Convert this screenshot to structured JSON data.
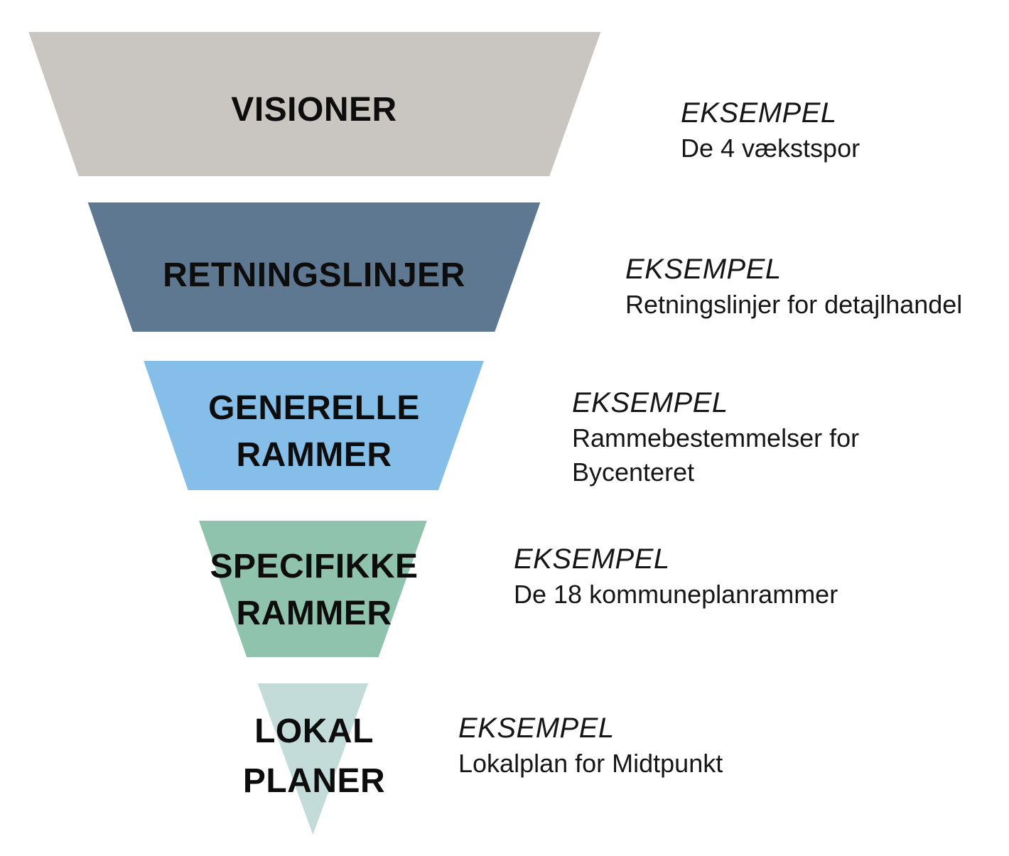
{
  "funnel": {
    "levels": [
      {
        "id": "visioner",
        "label_lines": [
          "VISIONER"
        ],
        "color": "#c9c6c1",
        "example": {
          "heading": "EKSEMPEL",
          "lines": [
            "De 4 vækstspor"
          ]
        }
      },
      {
        "id": "retningslinjer",
        "label_lines": [
          "RETNINGSLINJER"
        ],
        "color": "#5d7890",
        "example": {
          "heading": "EKSEMPEL",
          "lines": [
            "Retningslinjer for detajlhandel"
          ]
        }
      },
      {
        "id": "generelle-rammer",
        "label_lines": [
          "GENERELLE",
          "RAMMER"
        ],
        "color": "#85bfe9",
        "example": {
          "heading": "EKSEMPEL",
          "lines": [
            "Rammebestemmelser for",
            "Bycenteret"
          ]
        }
      },
      {
        "id": "specifikke-rammer",
        "label_lines": [
          "SPECIFIKKE",
          "RAMMER"
        ],
        "color": "#8fc3ad",
        "example": {
          "heading": "EKSEMPEL",
          "lines": [
            "De 18 kommuneplanrammer"
          ]
        }
      },
      {
        "id": "lokalplaner",
        "label_lines": [
          "LOKAL",
          "PLANER"
        ],
        "color": "#c3dcd9",
        "example": {
          "heading": "EKSEMPEL",
          "lines": [
            "Lokalplan for Midtpunkt"
          ]
        }
      }
    ]
  }
}
